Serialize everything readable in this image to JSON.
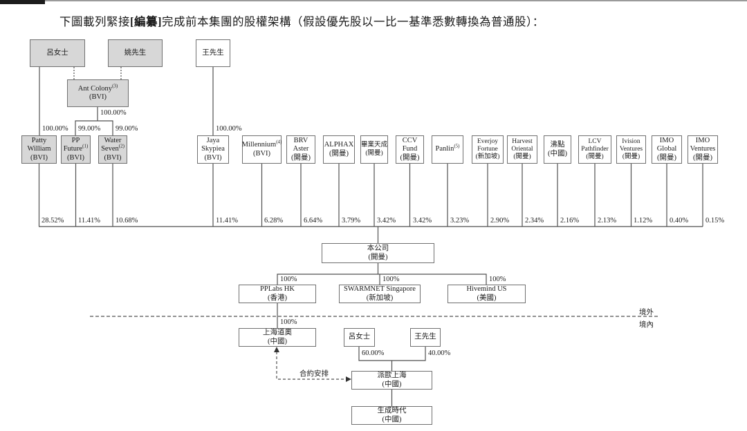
{
  "title": {
    "pre": "下圖載列緊接",
    "bold": "[編纂]",
    "post": "完成前本集團的股權架構（假設優先股以一比一基準悉數轉換為普通股）："
  },
  "colors": {
    "box_gray": "#d7d7d7",
    "line": "#4f4f4f",
    "border": "#6f6f6f"
  },
  "top": {
    "lu": "呂女士",
    "yao": "姚先生",
    "wang": "王先生",
    "ant": {
      "name": "Ant Colony",
      "sup": "(3)",
      "juris": "(BVI)",
      "pct": "100.00%"
    },
    "wang_to_jaya_pct": "100.00%"
  },
  "shareholders": [
    {
      "lines": [
        "Patty",
        "William",
        "(BVI)"
      ],
      "top_pct": "100.00%",
      "pct": "28.52%"
    },
    {
      "lines": [
        "PP",
        "Future",
        "(BVI)"
      ],
      "sup": "(1)",
      "top_pct": "99.00%",
      "pct": "11.41%"
    },
    {
      "lines": [
        "Water",
        "Seven",
        "(BVI)"
      ],
      "sup": "(2)",
      "top_pct": "99.00%",
      "pct": "10.68%"
    },
    {
      "lines": [
        "Jaya",
        "Skypiea",
        "(BVI)"
      ],
      "pct": "11.41%"
    },
    {
      "lines": [
        "Millennium",
        "(BVI)"
      ],
      "sup": "(4)",
      "pct": "6.28%"
    },
    {
      "lines": [
        "BRV",
        "Aster",
        "(開曼)"
      ],
      "pct": "6.64%"
    },
    {
      "lines": [
        "ALPHAX",
        "(開曼)"
      ],
      "pct": "3.79%"
    },
    {
      "lines": [
        "畢業天成",
        "(開曼)"
      ],
      "pct": "3.42%"
    },
    {
      "lines": [
        "CCV",
        "Fund",
        "(開曼)"
      ],
      "pct": "3.42%"
    },
    {
      "lines": [
        "Panlin"
      ],
      "sup": "(5)",
      "pct": "3.23%"
    },
    {
      "lines": [
        "Everjoy",
        "Fortune",
        "(新加坡)"
      ],
      "pct": "2.90%"
    },
    {
      "lines": [
        "Harvest",
        "Oriental",
        "(開曼)"
      ],
      "pct": "2.34%"
    },
    {
      "lines": [
        "沸點",
        "(中國)"
      ],
      "pct": "2.16%"
    },
    {
      "lines": [
        "LCV",
        "Pathfinder",
        "(開曼)"
      ],
      "pct": "2.13%"
    },
    {
      "lines": [
        "Ivision",
        "Ventures",
        "(開曼)"
      ],
      "pct": "1.12%"
    },
    {
      "lines": [
        "IMO",
        "Global",
        "(開曼)"
      ],
      "pct": "0.40%"
    },
    {
      "lines": [
        "IMO",
        "Ventures",
        "(開曼)"
      ],
      "pct": "0.15%"
    }
  ],
  "company": {
    "name": "本公司",
    "juris": "(開曼)"
  },
  "subsidiaries": [
    {
      "name": "PPLabs HK",
      "juris": "(香港)",
      "pct": "100%"
    },
    {
      "name": "SWARMNET Singapore",
      "juris": "(新加坡)",
      "pct": "100%"
    },
    {
      "name": "Hivemind US",
      "juris": "(美國)",
      "pct": "100%"
    }
  ],
  "regions": {
    "offshore": "境外",
    "onshore": "境內"
  },
  "onshore": {
    "wfoe": {
      "name": "上海道奧",
      "juris": "(中國)",
      "pct": "100%"
    },
    "lu": "呂女士",
    "wang": "王先生",
    "lu_pct": "60.00%",
    "wang_pct": "40.00%",
    "contractual_label": "合約安排",
    "vie": {
      "name": "派歐上海",
      "juris": "(中國)"
    },
    "opco": {
      "name": "生成時代",
      "juris": "(中國)"
    }
  }
}
